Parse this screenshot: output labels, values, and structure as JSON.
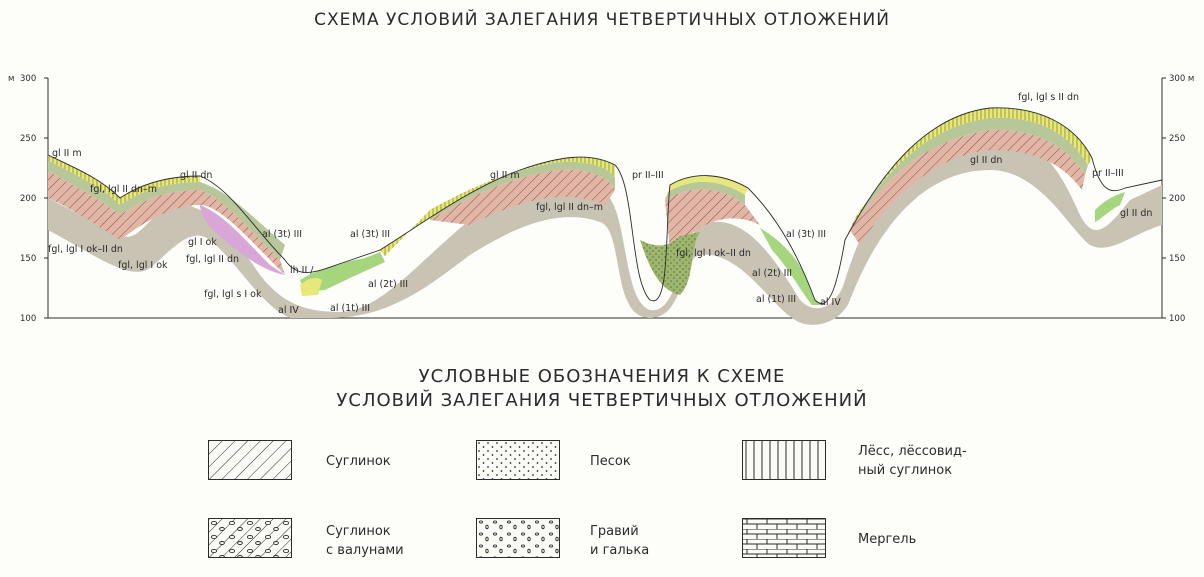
{
  "title": "СХЕМА УСЛОВИЙ ЗАЛЕГАНИЯ ЧЕТВЕРТИЧНЫХ ОТЛОЖЕНИЙ",
  "left_axis": {
    "unit": "м",
    "ticks": [
      "300",
      "250",
      "200",
      "150",
      "100"
    ]
  },
  "right_axis": {
    "ticks": [
      "300 м",
      "250",
      "200",
      "150",
      "100"
    ]
  },
  "section_labels": [
    "gl II m",
    "fgl, lgl II dn–m",
    "gl II dn",
    "fgl, lgl I ok–II dn",
    "fgl, lgl I ok",
    "gl I ok",
    "fgl, lgl II dn",
    "fgl, lgl s I ok",
    "lh II /",
    "al (3t) III",
    "al (3t) III",
    "al (2t) III",
    "al IV",
    "al (1t) III",
    "gl II m",
    "pr II–III",
    "fgl, lgl II dn–m",
    "fgl, lgl I ok–II dn",
    "al (3t) III",
    "al (2t) III",
    "al (1t) III",
    "al IV",
    "fgl, lgl s II dn",
    "gl II dn",
    "pr II–III",
    "gl II dn"
  ],
  "legend": {
    "title_line1": "УСЛОВНЫЕ ОБОЗНАЧЕНИЯ К СХЕМЕ",
    "title_line2": "УСЛОВИЙ ЗАЛЕГАНИЯ ЧЕТВЕРТИЧНЫХ ОТЛОЖЕНИЙ",
    "items": [
      {
        "label": "Суглинок",
        "pattern": "diagonal-lines"
      },
      {
        "label": "Песок",
        "pattern": "dots"
      },
      {
        "label": "Лёсс, лёссовид-\nный суглинок",
        "pattern": "vertical-lines"
      },
      {
        "label": "Суглинок\nс валунами",
        "pattern": "diagonal-lines-with-boulders"
      },
      {
        "label": "Гравий\nи галька",
        "pattern": "gravel-pebbles"
      },
      {
        "label": "Мергель",
        "pattern": "brick"
      }
    ]
  },
  "colors": {
    "bedrock": "#c9c3b4",
    "loam_pink": "#e2b6a6",
    "moraine_green": "#b7c79a",
    "loess_yellow": "#e7e87a",
    "sand_olive": "#9db56d",
    "alluvium_green": "#a5d67e",
    "violet": "#d8a7d8",
    "line": "#2b2b2b"
  }
}
